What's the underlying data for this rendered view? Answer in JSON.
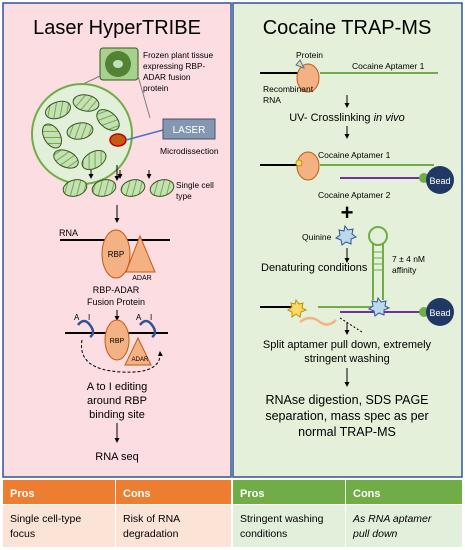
{
  "left": {
    "title": "Laser HyperTRIBE",
    "tissue_caption": [
      "Frozen plant tissue",
      "expressing RBP-",
      "ADAR fusion",
      "protein"
    ],
    "laser_label": "LASER",
    "microdissection": "Microdissection",
    "single_cell_caption": [
      "Single cell",
      "type"
    ],
    "rna_label": "RNA",
    "rbp_label": "RBP",
    "adar_label": "ADAR",
    "fusion_caption": [
      "RBP-ADAR",
      "Fusion Protein"
    ],
    "a_label": "A",
    "i_label": "I",
    "editing_caption": [
      "A to I editing",
      "around RBP",
      "binding site"
    ],
    "rnaseq": "RNA seq"
  },
  "right": {
    "title": "Cocaine TRAP-MS",
    "protein_label": "Protein",
    "aptamer1": "Cocaine Aptamer 1",
    "aptamer2": "Cocaine Aptamer 2",
    "recombinant": [
      "Recombinant",
      "RNA"
    ],
    "uv_prefix": "UV- Crosslinking ",
    "uv_italic": "in vivo",
    "bead": "Bead",
    "plus": "+",
    "quinine": "Quinine",
    "denaturing": "Denaturing conditions",
    "affinity": [
      "7 ± 4 nM",
      "affinity"
    ],
    "split": [
      "Split aptamer pull down, extremely",
      "stringent washing"
    ],
    "final": [
      "RNAse digestion, SDS PAGE",
      "separation, mass spec as per",
      "normal TRAP-MS"
    ]
  },
  "table": {
    "left_pros_header": "Pros",
    "left_cons_header": "Cons",
    "right_pros_header": "Pros",
    "right_cons_header": "Cons",
    "left_pros": [
      "Single cell-type",
      "focus"
    ],
    "left_cons": [
      "Risk of RNA",
      "degradation"
    ],
    "right_pros": [
      "Stringent washing",
      "conditions"
    ],
    "right_cons": [
      "As RNA aptamer",
      "pull down"
    ]
  },
  "colors": {
    "left_bg": "#fbdde2",
    "right_bg": "#e4f0d9",
    "left_header": "#ed7d31",
    "right_header": "#70ad47",
    "left_cell": "#fbe3d6",
    "right_cell": "#e2efda",
    "border": "#2f5597",
    "orange_protein": "#f4b183",
    "plant_green": "#70ad47",
    "bead_navy": "#1f3864",
    "purple": "#7030a0"
  }
}
